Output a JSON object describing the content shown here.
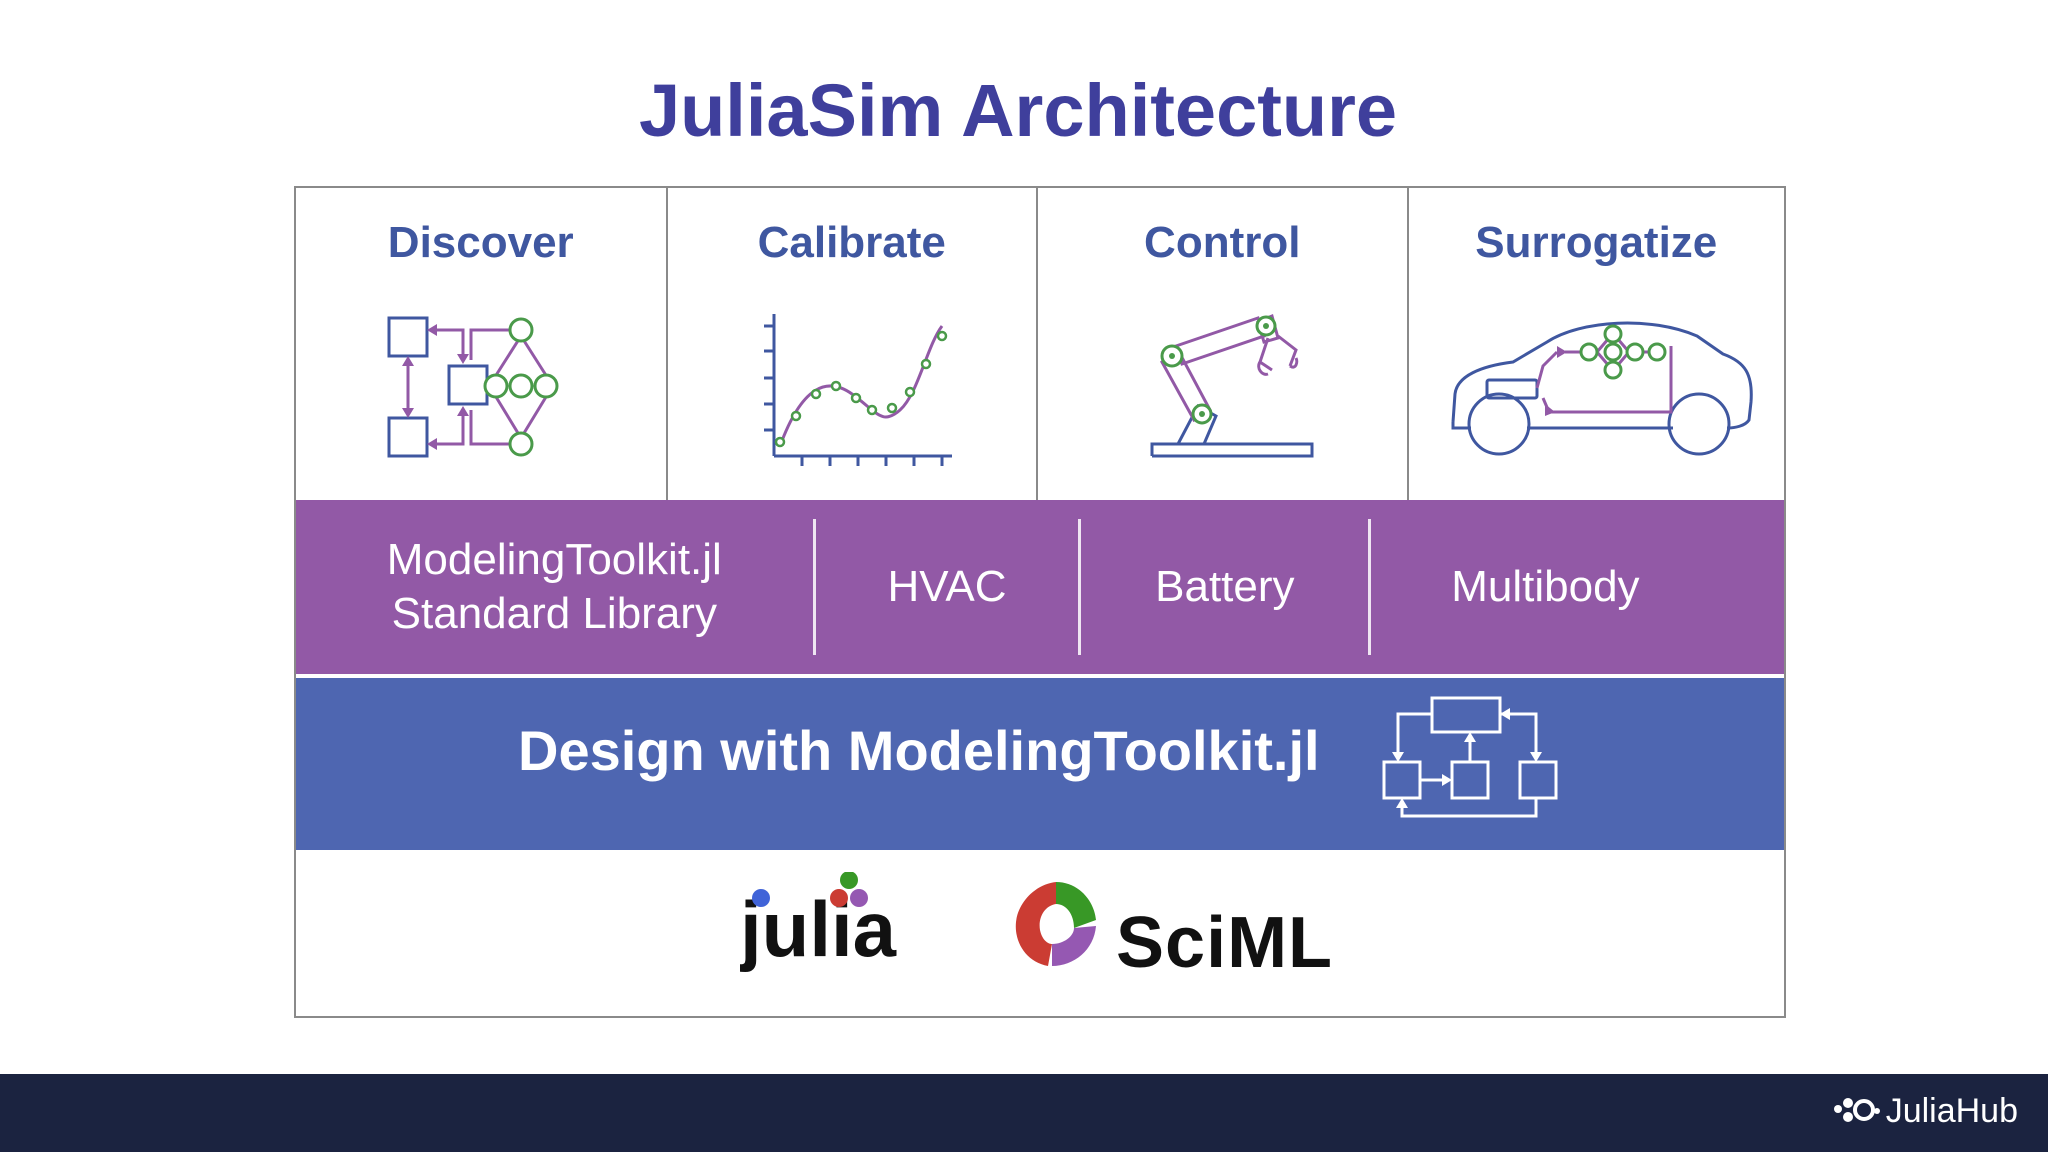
{
  "title": "JuliaSim Architecture",
  "capabilities": [
    {
      "label": "Discover",
      "icon": "flow-network-icon"
    },
    {
      "label": "Calibrate",
      "icon": "curve-fit-icon"
    },
    {
      "label": "Control",
      "icon": "robot-arm-icon"
    },
    {
      "label": "Surrogatize",
      "icon": "car-network-icon"
    }
  ],
  "libraries": {
    "stdlib_line1": "ModelingToolkit.jl",
    "stdlib_line2": "Standard Library",
    "hvac": "HVAC",
    "battery": "Battery",
    "multibody": "Multibody"
  },
  "design": {
    "label": "Design with ModelingToolkit.jl",
    "icon": "block-diagram-icon"
  },
  "foundation": {
    "julia": "julia",
    "sciml": "SciML"
  },
  "footer": {
    "brand": "JuliaHub"
  },
  "colors": {
    "title": "#3f3f9c",
    "capability_label": "#3f57a0",
    "library_band": "#9259a6",
    "design_band": "#4e66b1",
    "footer": "#1b2340",
    "icon_purple": "#9259a6",
    "icon_blue": "#3f57a0",
    "icon_green": "#4a9a4a"
  }
}
